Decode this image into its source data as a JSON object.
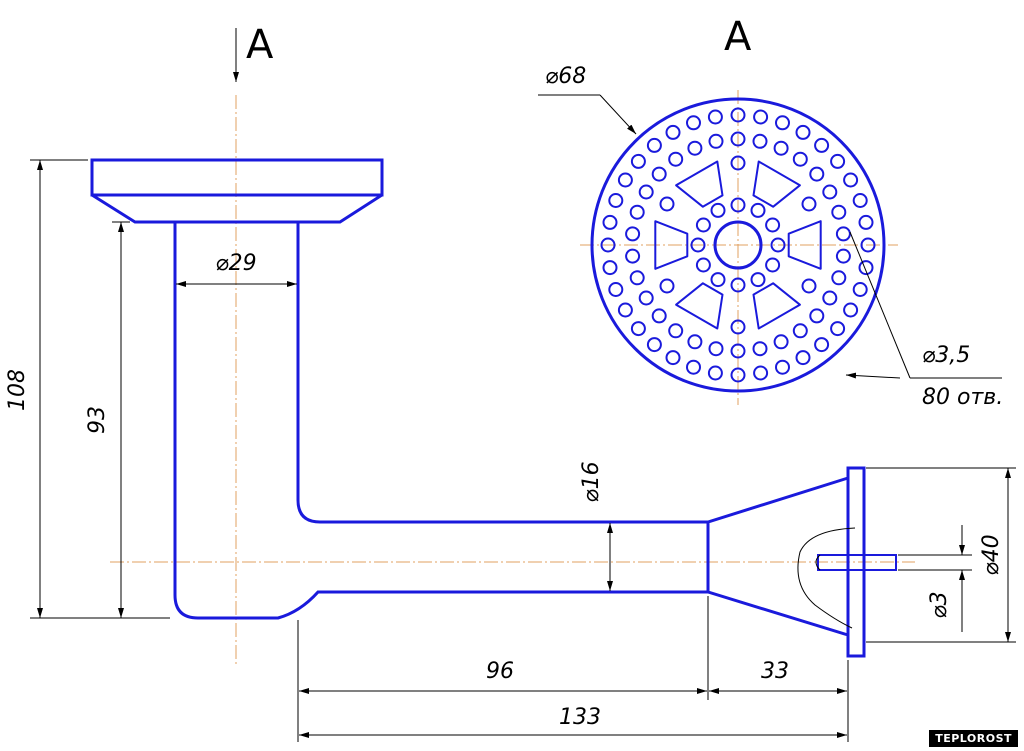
{
  "view_labels": {
    "side": "A",
    "front": "A"
  },
  "dimensions": {
    "total_height": "108",
    "tube_height": "93",
    "tube_diameter": "⌀29",
    "plate_diameter": "⌀68",
    "hole_diameter": "⌀3,5",
    "hole_count": "80 отв.",
    "pipe_diameter": "⌀16",
    "flange_diameter": "⌀40",
    "nozzle_diameter": "⌀3",
    "pipe_length": "96",
    "cone_length": "33",
    "overall_length": "133"
  },
  "watermark": "TEPLOROST"
}
